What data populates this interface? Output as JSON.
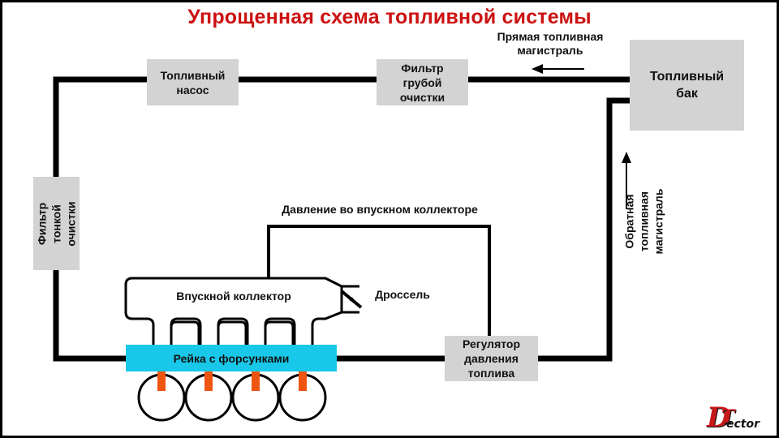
{
  "title": "Упрощенная схема топливной системы",
  "nodes": {
    "fuel_pump": "Топливный\nнасос",
    "coarse_filter": "Фильтр\nгрубой\nочистки",
    "fuel_tank": "Топливный\nбак",
    "fine_filter": "Фильтр\nтонкой\nочистки",
    "pressure_regulator": "Регулятор\nдавления\nтоплива",
    "fuel_rail": "Рейка с форсунками"
  },
  "labels": {
    "supply_line": "Прямая топливная\nмагистраль",
    "return_line": "Обратная топливная\nмагистраль",
    "manifold_pressure": "Давление во впускном коллекторе",
    "intake_manifold": "Впускной коллектор",
    "throttle": "Дроссель"
  },
  "colors": {
    "title": "#cc1111",
    "box_fill": "#d3d3d3",
    "fuel_rail": "#19c8e8",
    "injector": "#ee5511",
    "line": "#000000"
  },
  "logo": {
    "letter_d": "D",
    "letter_t": "T",
    "word": "ector"
  }
}
